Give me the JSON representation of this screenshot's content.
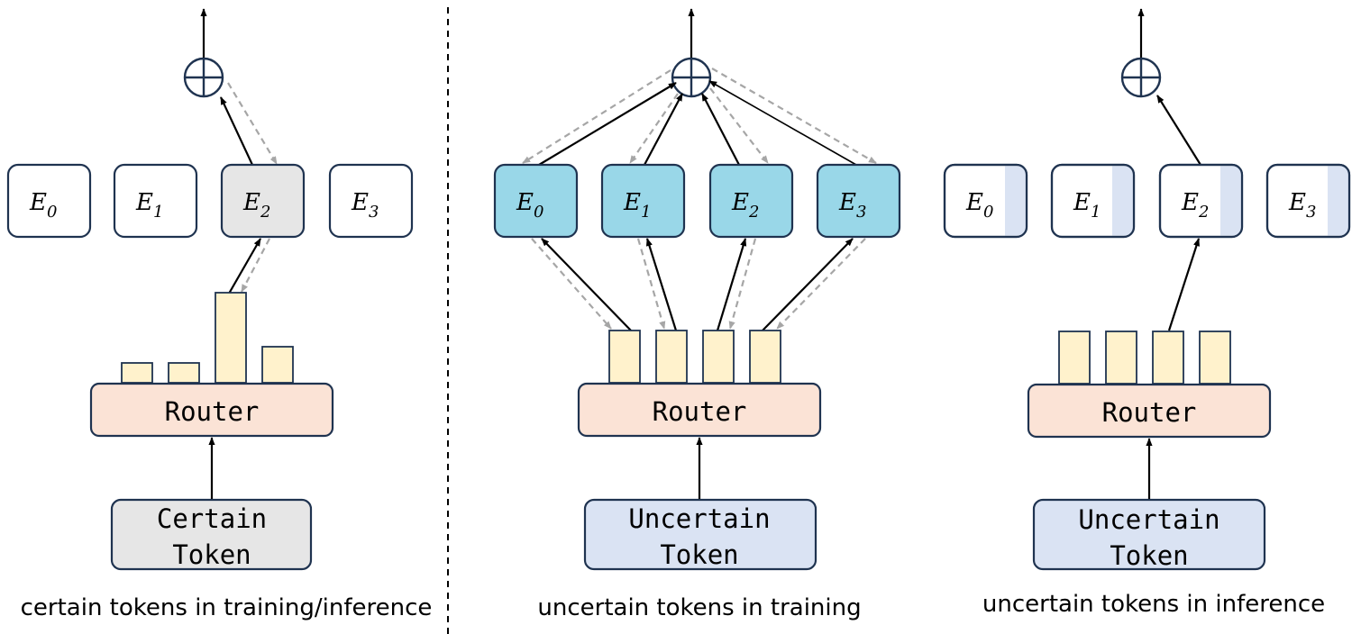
{
  "panels": [
    {
      "caption": "certain tokens in training/inference",
      "router_label": "Router",
      "token_line1": "Certain",
      "token_line2": "Token",
      "experts": [
        {
          "symbol": "E",
          "sub": "0"
        },
        {
          "symbol": "E",
          "sub": "1"
        },
        {
          "symbol": "E",
          "sub": "2"
        },
        {
          "symbol": "E",
          "sub": "3"
        }
      ],
      "router_scores": [
        0.22,
        0.22,
        1.0,
        0.4
      ]
    },
    {
      "caption": "uncertain tokens in training",
      "router_label": "Router",
      "token_line1": "Uncertain",
      "token_line2": "Token",
      "experts": [
        {
          "symbol": "E",
          "sub": "0"
        },
        {
          "symbol": "E",
          "sub": "1"
        },
        {
          "symbol": "E",
          "sub": "2"
        },
        {
          "symbol": "E",
          "sub": "3"
        }
      ],
      "router_scores": [
        0.58,
        0.58,
        0.58,
        0.58
      ]
    },
    {
      "caption": "uncertain tokens in inference",
      "router_label": "Router",
      "token_line1": "Uncertain",
      "token_line2": "Token",
      "experts": [
        {
          "symbol": "E",
          "sub": "0"
        },
        {
          "symbol": "E",
          "sub": "1"
        },
        {
          "symbol": "E",
          "sub": "2"
        },
        {
          "symbol": "E",
          "sub": "3"
        }
      ],
      "router_scores": [
        0.58,
        0.58,
        0.58,
        0.58
      ]
    }
  ],
  "colors": {
    "expert_selected_gray": "#e6e6e6",
    "expert_active_blue": "#99d7e8",
    "router": "#fbe3d6",
    "bars": "#fff2cc",
    "token_certain": "#e6e6e6",
    "token_uncertain": "#dae3f3",
    "border": "#1f3350"
  }
}
